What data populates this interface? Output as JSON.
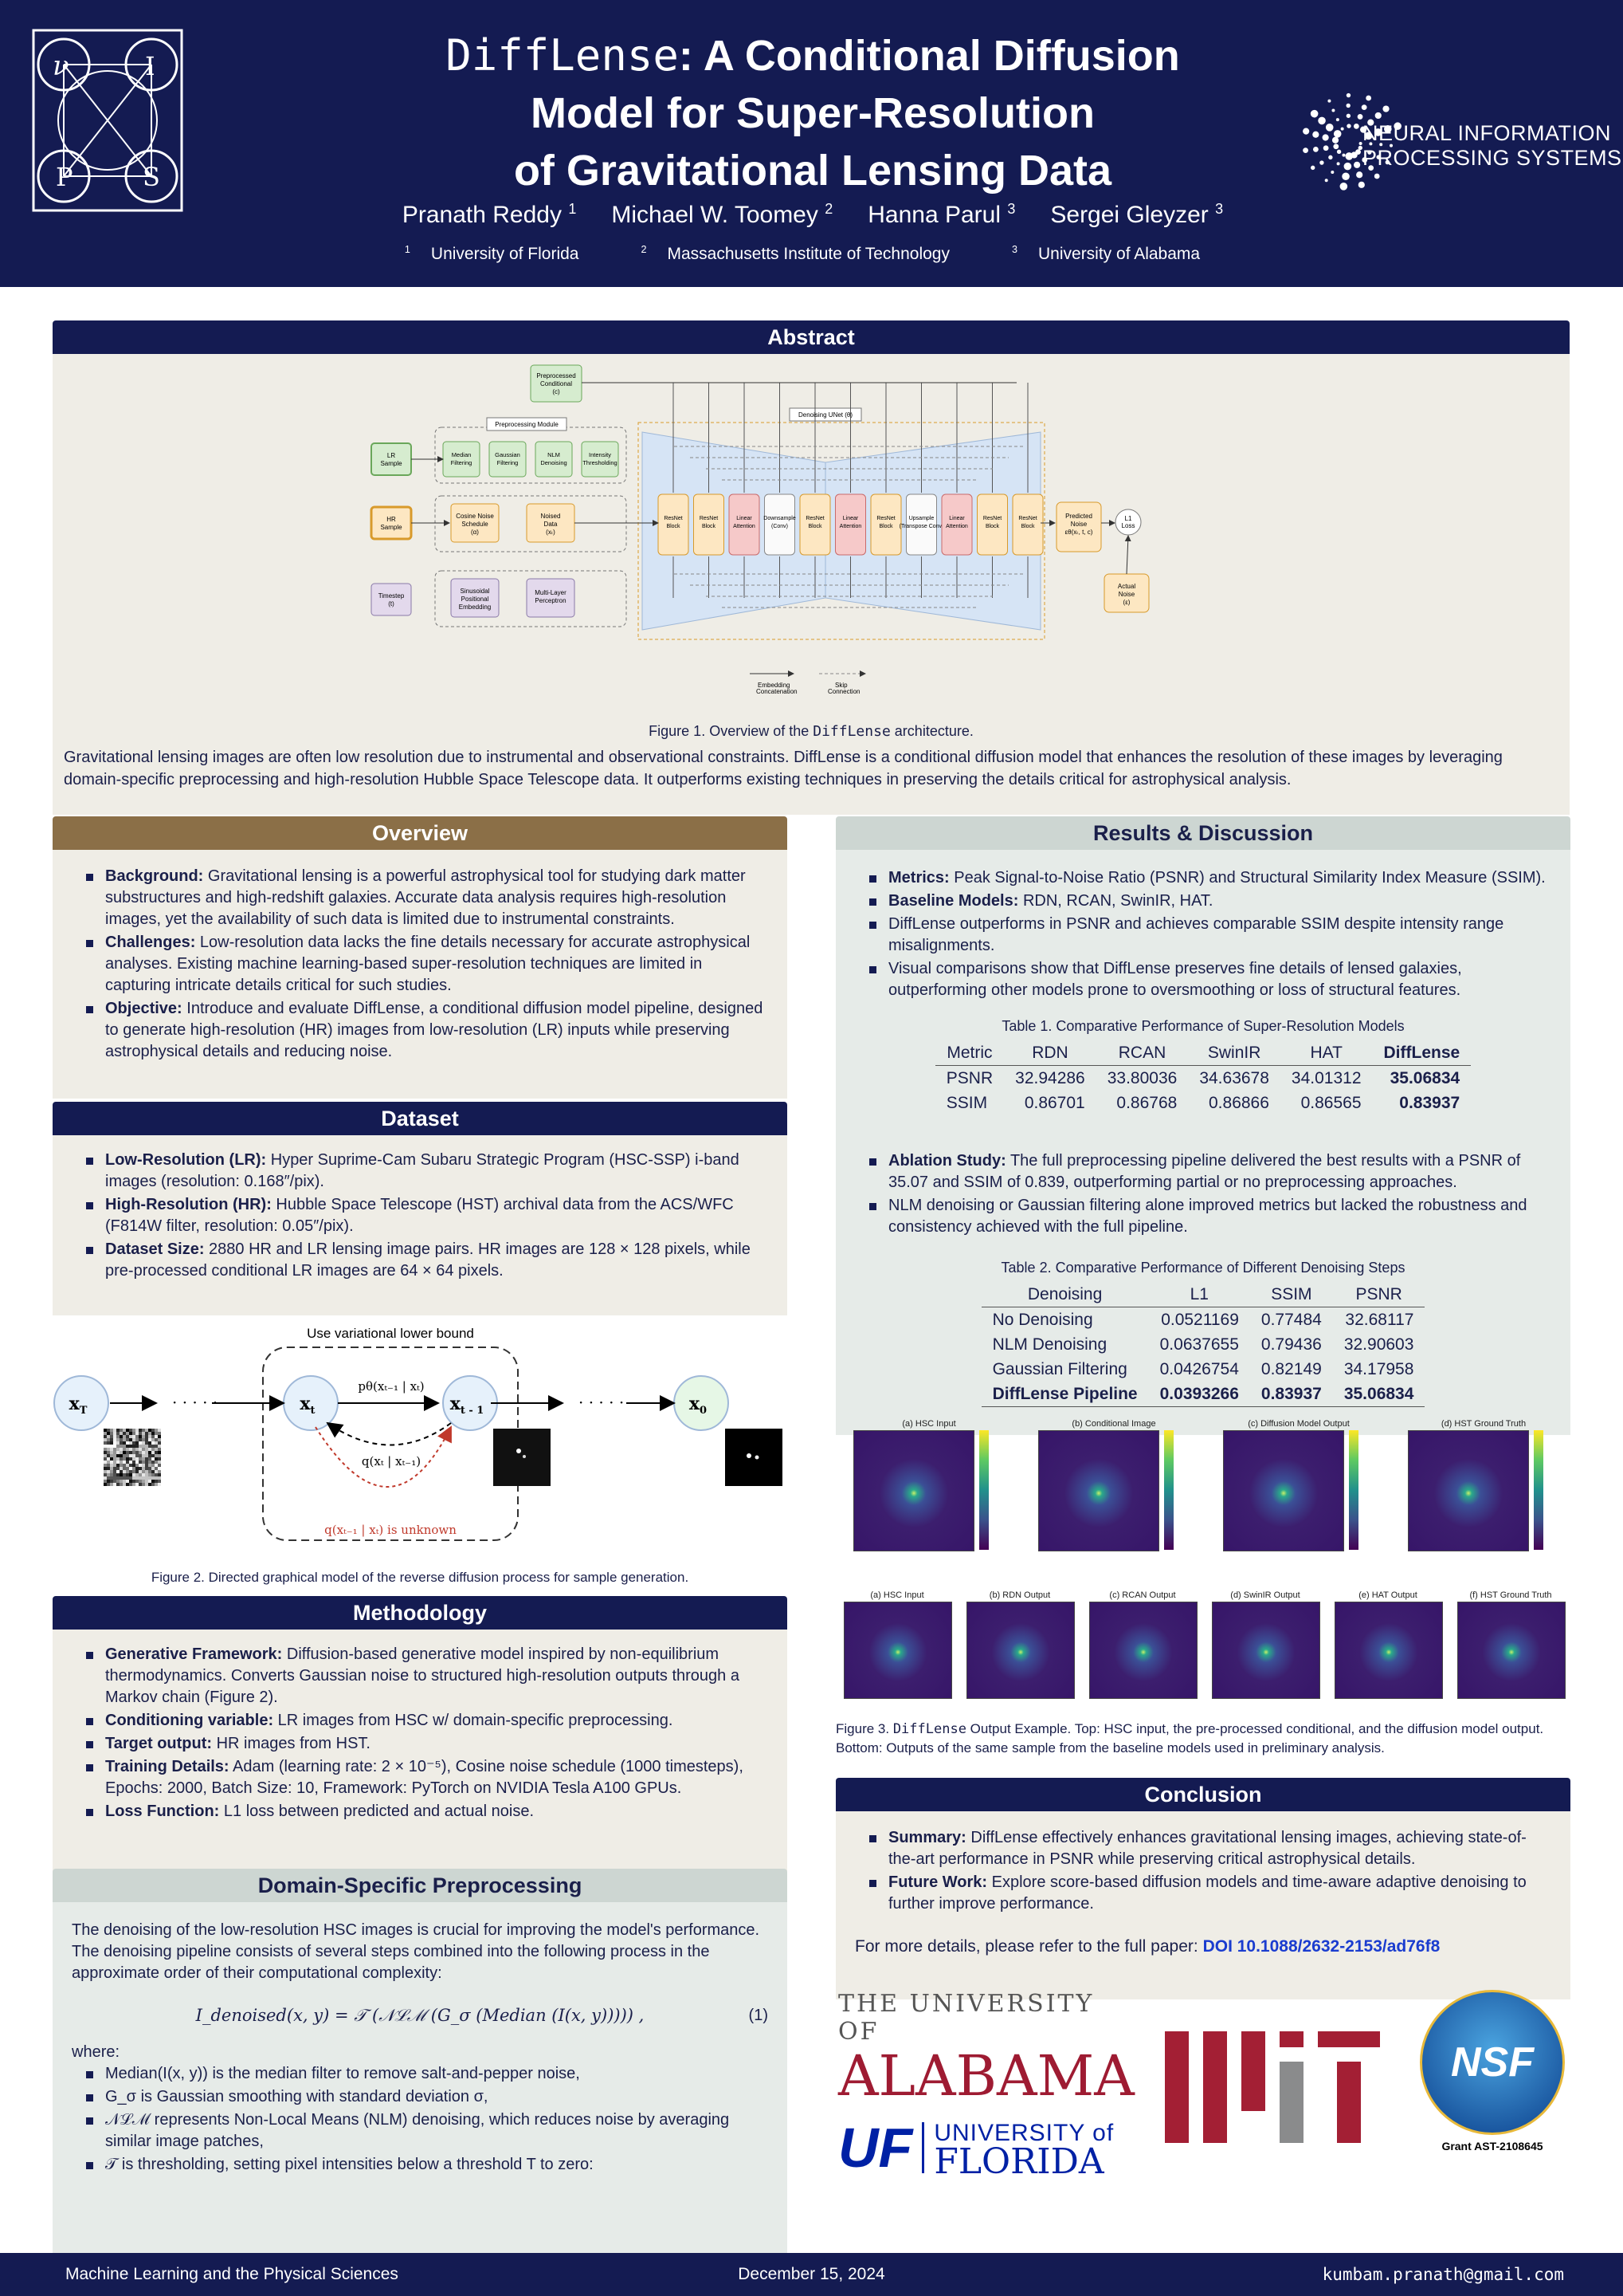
{
  "header": {
    "title_mono": "DiffLense",
    "title_rest": ": A Conditional Diffusion",
    "title_line2": "Model for Super-Resolution",
    "title_line3": "of Gravitational Lensing Data",
    "authors": [
      {
        "name": "Pranath Reddy",
        "sup": "1"
      },
      {
        "name": "Michael W. Toomey",
        "sup": "2"
      },
      {
        "name": "Hanna Parul",
        "sup": "3"
      },
      {
        "name": "Sergei Gleyzer",
        "sup": "3"
      }
    ],
    "affiliations": [
      {
        "sup": "1",
        "name": "University of Florida"
      },
      {
        "sup": "2",
        "name": "Massachusetts Institute of Technology"
      },
      {
        "sup": "3",
        "name": "University of Alabama"
      }
    ],
    "conf_logo_line1": "NEURAL INFORMATION",
    "conf_logo_line2": "PROCESSING SYSTEMS"
  },
  "abstract": {
    "heading": "Abstract",
    "fig_caption_pre": "Figure 1. Overview of the ",
    "fig_caption_mono": "DiffLense",
    "fig_caption_post": " architecture.",
    "text": "Gravitational lensing images are often low resolution due to instrumental and observational constraints. DiffLense is a conditional diffusion model that enhances the resolution of these images by leveraging domain-specific preprocessing and high-resolution Hubble Space Telescope data. It outperforms existing techniques in preserving the details critical for astrophysical analysis.",
    "diagram": {
      "preprocessed_conditional": "Preprocessed Conditional (c)",
      "preprocessing_module": "Preprocessing Module",
      "denoising_unet": "Denoising UNet (θ)",
      "lr_sample": "LR Sample",
      "median": "Median Filtering",
      "gaussian": "Gaussian Filtering",
      "nlm": "NLM Denoising",
      "intensity": "Intensity Thresholding",
      "hr_sample": "HR Sample",
      "cosine": "Cosine Noise Schedule (α)",
      "noised": "Noised Data (xₜ)",
      "timestep": "Timestep (t)",
      "sinusoidal": "Sinusoidal Positional Embedding",
      "mlp": "Multi-Layer Perceptron",
      "resnet": "ResNet Block",
      "linear": "Linear Attention",
      "downsample": "Downsample (Conv)",
      "upsample": "Upsample (Transpose Conv)",
      "predicted": "Predicted Noise εθ(xₜ, t, c)",
      "l1": "L1 Loss",
      "actual": "Actual Noise (ε)",
      "legend_embed": "Embedding Concatenation",
      "legend_skip": "Skip Connection"
    }
  },
  "overview": {
    "heading": "Overview",
    "items": [
      {
        "label": "Background:",
        "text": " Gravitational lensing is a powerful astrophysical tool for studying dark matter substructures and high-redshift galaxies. Accurate data analysis requires high-resolution images, yet the availability of such data is limited due to instrumental constraints."
      },
      {
        "label": "Challenges:",
        "text": " Low-resolution data lacks the fine details necessary for accurate astrophysical analyses. Existing machine learning-based super-resolution techniques are limited in capturing intricate details critical for such studies."
      },
      {
        "label": "Objective:",
        "text": " Introduce and evaluate DiffLense, a conditional diffusion model pipeline, designed to generate high-resolution (HR) images from low-resolution (LR) inputs while preserving astrophysical details and reducing noise."
      }
    ]
  },
  "dataset": {
    "heading": "Dataset",
    "items": [
      {
        "label": "Low-Resolution (LR):",
        "text": " Hyper Suprime-Cam Subaru Strategic Program (HSC-SSP) i-band images (resolution: 0.168″/pix)."
      },
      {
        "label": "High-Resolution (HR):",
        "text": " Hubble Space Telescope (HST) archival data from the ACS/WFC (F814W filter, resolution: 0.05″/pix)."
      },
      {
        "label": "Dataset Size:",
        "text": " 2880 HR and LR lensing image pairs. HR images are 128 × 128 pixels, while pre-processed conditional LR images are 64 × 64 pixels."
      }
    ]
  },
  "figure2": {
    "bound": "Use variational lower bound",
    "xT": "x",
    "xT_sub": "T",
    "xt": "x",
    "xt_sub": "t",
    "xt1": "x",
    "xt1_sub": "t - 1",
    "x0": "x",
    "x0_sub": "0",
    "dots": "· · · · ·",
    "p_label": "pθ(xₜ₋₁ | xₜ)",
    "q_label": "q(xₜ | xₜ₋₁)",
    "unknown": "q(xₜ₋₁ | xₜ) is unknown",
    "caption": "Figure 2. Directed graphical model of the reverse diffusion process for sample generation."
  },
  "methodology": {
    "heading": "Methodology",
    "items": [
      {
        "label": "Generative Framework:",
        "text": " Diffusion-based generative model inspired by non-equilibrium thermodynamics. Converts Gaussian noise to structured high-resolution outputs through a Markov chain (Figure 2)."
      },
      {
        "label": "Conditioning variable:",
        "text": " LR images from HSC w/ domain-specific preprocessing."
      },
      {
        "label": "Target output:",
        "text": " HR images from HST."
      },
      {
        "label": "Training Details:",
        "text": " Adam (learning rate: 2 × 10⁻⁵), Cosine noise schedule (1000 timesteps), Epochs: 2000, Batch Size: 10, Framework: PyTorch on NVIDIA Tesla A100 GPUs."
      },
      {
        "label": "Loss Function:",
        "text": " L1 loss between predicted and actual noise."
      }
    ]
  },
  "preprocessing": {
    "heading": "Domain-Specific Preprocessing",
    "intro": "The denoising of the low-resolution HSC images is crucial for improving the model's performance. The denoising pipeline consists of several steps combined into the following process in the approximate order of their computational complexity:",
    "equation": "I_denoised(x, y) = 𝒯 (𝒩ℒℳ (G_σ (Median (I(x, y))))) ,",
    "eq_num": "(1)",
    "where": "where:",
    "items": [
      "Median(I(x, y)) is the median filter to remove salt-and-pepper noise,",
      "G_σ is Gaussian smoothing with standard deviation σ,",
      "𝒩ℒℳ represents Non-Local Means (NLM) denoising, which reduces noise by averaging similar image patches,",
      "𝒯 is thresholding, setting pixel intensities below a threshold T to zero:"
    ]
  },
  "results": {
    "heading": "Results & Discussion",
    "items": [
      {
        "label": "Metrics:",
        "text": " Peak Signal-to-Noise Ratio (PSNR) and Structural Similarity Index Measure (SSIM)."
      },
      {
        "label": "Baseline Models:",
        "text": " RDN, RCAN, SwinIR, HAT."
      },
      {
        "label": "",
        "text": "DiffLense outperforms in PSNR and achieves comparable SSIM despite intensity range misalignments."
      },
      {
        "label": "",
        "text": "Visual comparisons show that DiffLense preserves fine details of lensed galaxies, outperforming other models prone to oversmoothing or loss of structural features."
      }
    ],
    "table1": {
      "caption": "Table 1. Comparative Performance of Super-Resolution Models",
      "header": [
        "Metric",
        "RDN",
        "RCAN",
        "SwinIR",
        "HAT",
        "DiffLense"
      ],
      "rows": [
        [
          "PSNR",
          "32.94286",
          "33.80036",
          "34.63678",
          "34.01312",
          "35.06834"
        ],
        [
          "SSIM",
          "0.86701",
          "0.86768",
          "0.86866",
          "0.86565",
          "0.83937"
        ]
      ]
    },
    "items2": [
      {
        "label": "Ablation Study:",
        "text": " The full preprocessing pipeline delivered the best results with a PSNR of 35.07 and SSIM of 0.839, outperforming partial or no preprocessing approaches."
      },
      {
        "label": "",
        "text": "NLM denoising or Gaussian filtering alone improved metrics but lacked the robustness and consistency achieved with the full pipeline."
      }
    ],
    "table2": {
      "caption": "Table 2. Comparative Performance of Different Denoising Steps",
      "header": [
        "Denoising",
        "L1",
        "SSIM",
        "PSNR"
      ],
      "rows": [
        [
          "No Denoising",
          "0.0521169",
          "0.77484",
          "32.68117"
        ],
        [
          "NLM Denoising",
          "0.0637655",
          "0.79436",
          "32.90603"
        ],
        [
          "Gaussian Filtering",
          "0.0426754",
          "0.82149",
          "34.17958"
        ],
        [
          "DiffLense Pipeline",
          "0.0393266",
          "0.83937",
          "35.06834"
        ]
      ]
    }
  },
  "figure3": {
    "top_titles": [
      "(a) HSC Input",
      "(b) Conditional Image",
      "(c) Diffusion Model Output",
      "(d) HST Ground Truth"
    ],
    "bottom_titles": [
      "(a) HSC Input",
      "(b) RDN Output",
      "(c) RCAN Output",
      "(d) SwinIR Output",
      "(e) HAT Output",
      "(f) HST Ground Truth"
    ],
    "caption_pre": "Figure 3. ",
    "caption_mono": "DiffLense",
    "caption_post": " Output Example. Top: HSC input, the pre-processed conditional, and the diffusion model output. Bottom: Outputs of the same sample from the baseline models used in preliminary analysis."
  },
  "conclusion": {
    "heading": "Conclusion",
    "items": [
      {
        "label": "Summary:",
        "text": " DiffLense effectively enhances gravitational lensing images, achieving state-of-the-art performance in PSNR while preserving critical astrophysical details."
      },
      {
        "label": "Future Work:",
        "text": " Explore score-based diffusion models and time-aware adaptive denoising to further improve performance."
      }
    ],
    "more": "For more details, please refer to the full paper: ",
    "doi": "DOI 10.1088/2632-2153/ad76f8"
  },
  "logos": {
    "alabama_top": "THE UNIVERSITY OF",
    "alabama_main": "ALABAMA",
    "uf_mark": "UF",
    "uf_line1": "UNIVERSITY of",
    "uf_line2": "FLORIDA",
    "nsf": "NSF",
    "grant": "Grant AST-2108645"
  },
  "footer": {
    "left": "Machine Learning and the Physical Sciences",
    "center": "December 15, 2024",
    "right": "kumbam.pranath@gmail.com"
  },
  "colors": {
    "navy": "#141b52",
    "brown": "#8b6f47",
    "panel": "#efede6",
    "alabama_red": "#9e1b32",
    "uf_blue": "#0021a5",
    "mit_red": "#a31f34",
    "doi_blue": "#1a3ccf"
  }
}
